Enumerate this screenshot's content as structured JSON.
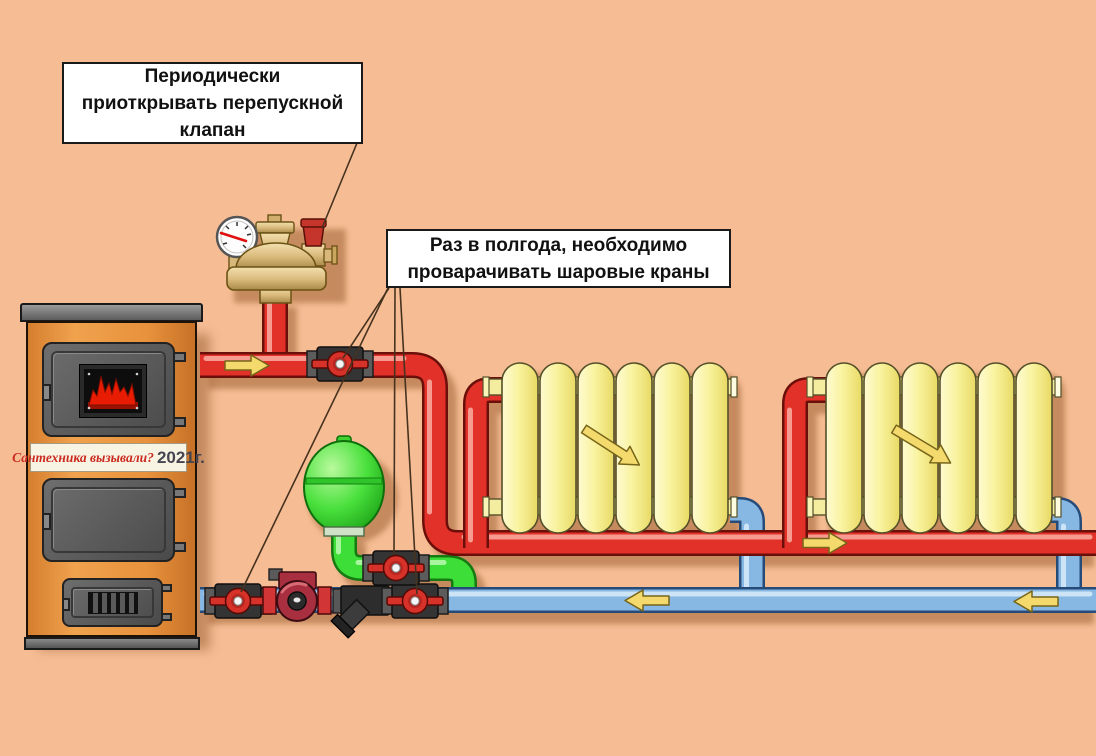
{
  "background_color": "#f6bd95",
  "annotations": {
    "note_bypass": {
      "line1": "Периодически",
      "line2": "приоткрывать перепускной",
      "line3": "клапан"
    },
    "note_ball_valves": {
      "line1": "Раз в полгода, необходимо",
      "line2": "проварачивать шаровые краны"
    }
  },
  "boiler": {
    "label_text": "Сантехника вызывали?",
    "label_year": "2021г."
  },
  "colors": {
    "background": "#f6bd95",
    "supply_pipe_red": "#e23128",
    "return_pipe_blue": "#87b7e3",
    "expansion_pipe_green": "#3ede38",
    "radiator_yellow": "#f9f3a0",
    "boiler_orange": "#e8913c",
    "valve_handle_red": "#d6322a",
    "arrow_yellow": "#f4da6d",
    "brass": "#d9b97b"
  },
  "components": {
    "boiler": "solid-fuel-boiler",
    "safety_group": [
      "pressure-gauge",
      "automatic-air-vent",
      "safety-valve"
    ],
    "expansion_tank": "expansion-tank",
    "pump": "circulation-pump",
    "filter": "y-strainer",
    "valves": [
      "ball-valve-supply",
      "ball-valve-expansion-line",
      "ball-valve-return-at-boiler",
      "ball-valve-return-after-strainer"
    ],
    "radiators": [
      "radiator-1-six-sections",
      "radiator-2-six-sections"
    ]
  },
  "flow_arrows": [
    {
      "location": "supply-pipe-at-boiler",
      "direction": "right"
    },
    {
      "location": "supply-main-between-radiators",
      "direction": "right"
    },
    {
      "location": "return-main-under-radiator-1",
      "direction": "left"
    },
    {
      "location": "return-main-far-right",
      "direction": "left"
    },
    {
      "location": "radiator-1-flow",
      "direction": "down-right"
    },
    {
      "location": "radiator-2-flow",
      "direction": "down-right"
    }
  ]
}
